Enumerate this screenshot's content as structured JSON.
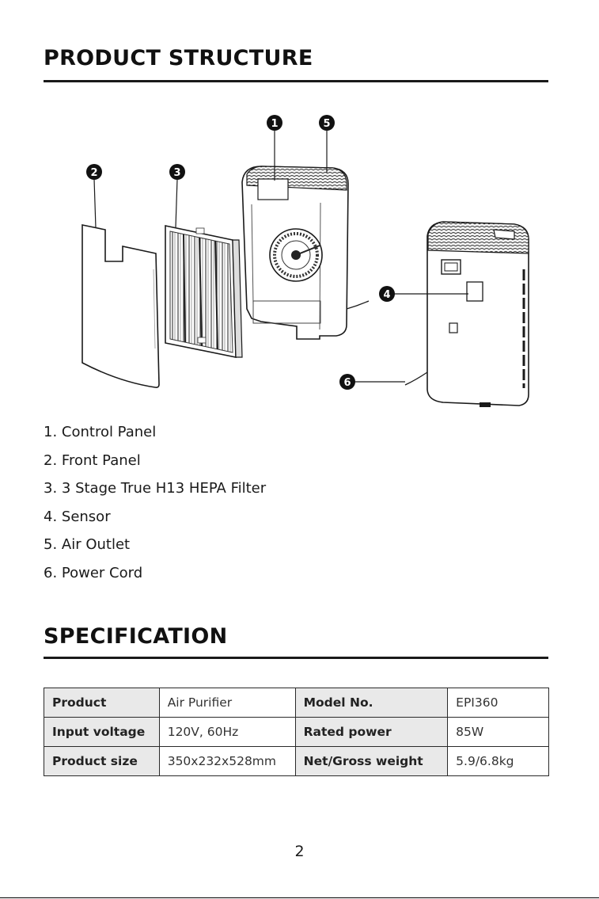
{
  "structure": {
    "title": "PRODUCT STRUCTURE",
    "callouts": [
      "1",
      "5",
      "2",
      "3",
      "4",
      "6"
    ],
    "parts": [
      "1.  Control Panel",
      "2. Front Panel",
      "3. 3 Stage True H13 HEPA Filter",
      "4. Sensor",
      "5. Air Outlet",
      "6. Power Cord"
    ]
  },
  "specification": {
    "title": "SPECIFICATION",
    "rows": [
      [
        "Product",
        "Air Purifier",
        "Model No.",
        "EPI360"
      ],
      [
        "Input voltage",
        "120V, 60Hz",
        "Rated power",
        "85W"
      ],
      [
        "Product size",
        "350x232x528mm",
        "Net/Gross weight",
        "5.9/6.8kg"
      ]
    ]
  },
  "page_number": "2"
}
